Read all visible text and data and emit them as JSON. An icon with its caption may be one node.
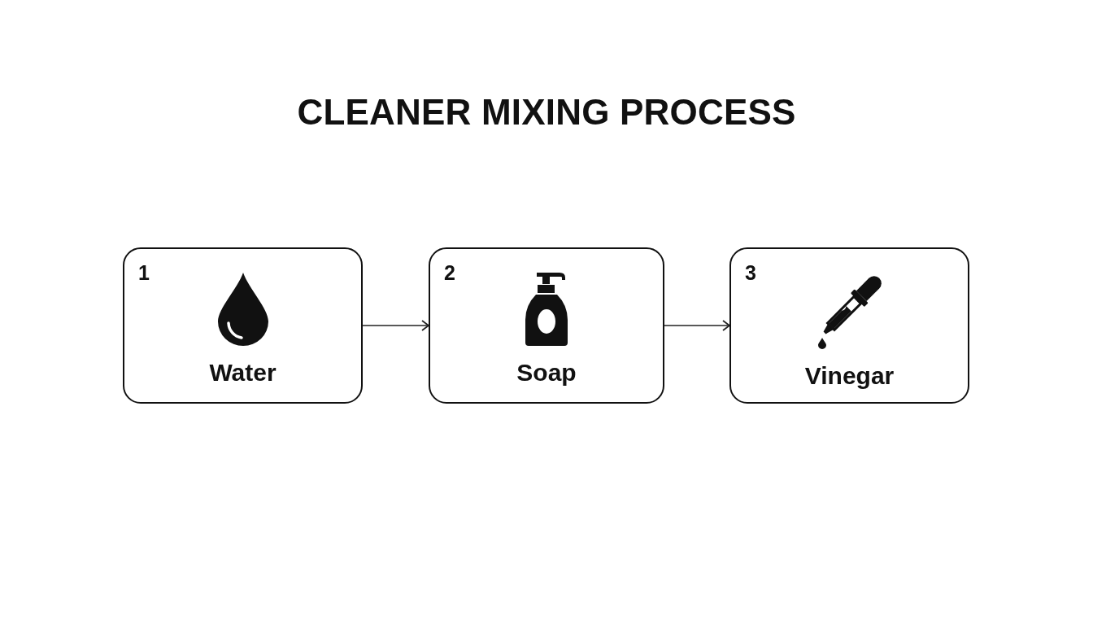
{
  "diagram": {
    "title": "CLEANER MIXING PROCESS",
    "nodes": [
      {
        "text": [
          "1",
          "Water"
        ]
      },
      {
        "text": [
          "2",
          "Soap"
        ]
      },
      {
        "text": [
          "3",
          "Vinegar"
        ]
      }
    ],
    "edges": [
      {
        "from": 0,
        "to": 1,
        "arrow": "to"
      },
      {
        "from": 1,
        "to": 2,
        "arrow": "to"
      }
    ]
  }
}
